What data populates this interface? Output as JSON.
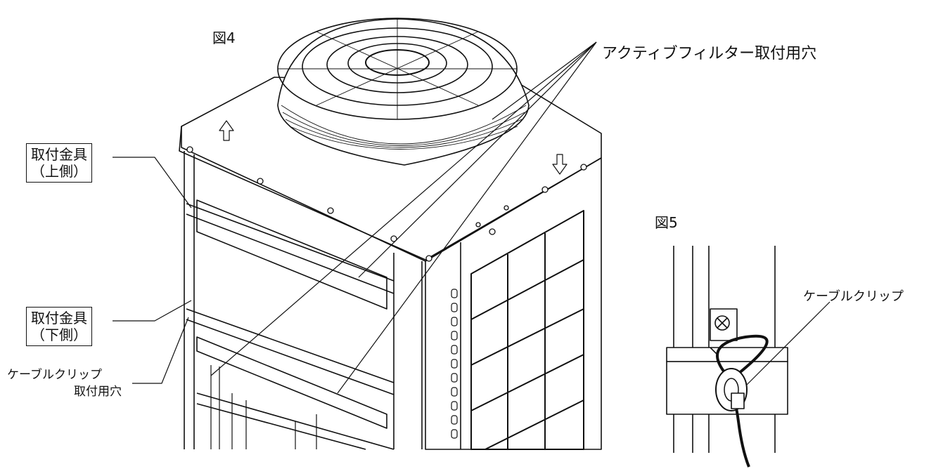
{
  "figure4": {
    "title": "図4",
    "labels": {
      "active_filter_holes": "アクティブフィルター取付用穴",
      "bracket_upper": {
        "line1": "取付金具",
        "line2": "（上側）"
      },
      "bracket_lower": {
        "line1": "取付金具",
        "line2": "（下側）"
      },
      "cable_clip_holes": {
        "line1": "ケーブルクリップ",
        "line2": "取付用穴"
      }
    }
  },
  "figure5": {
    "title": "図5",
    "labels": {
      "cable_clip": "ケーブルクリップ"
    }
  }
}
